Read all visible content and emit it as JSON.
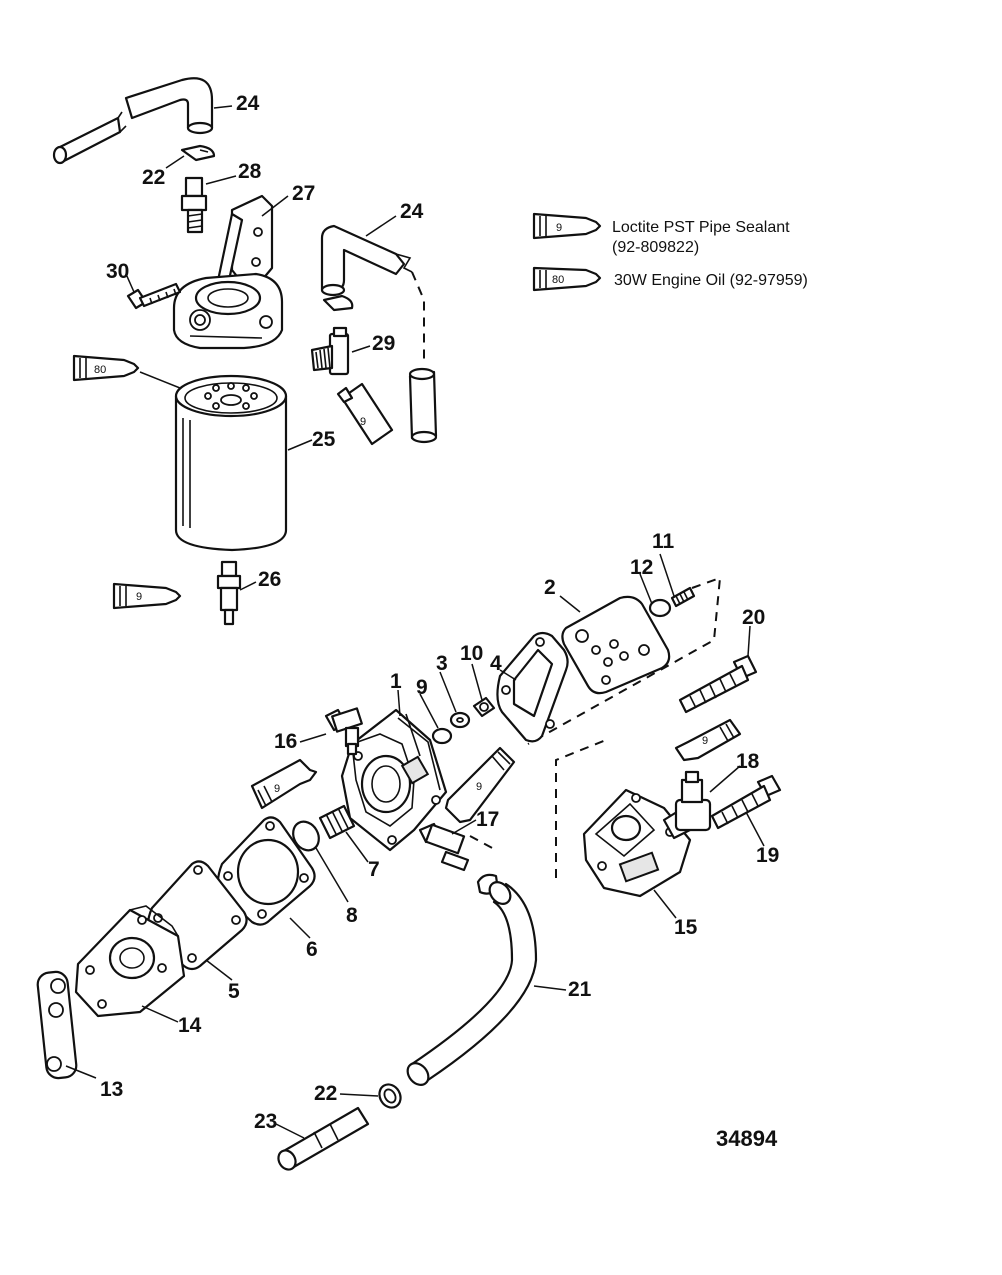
{
  "callouts": {
    "c1": "1",
    "c2": "2",
    "c3": "3",
    "c4": "4",
    "c5": "5",
    "c6": "6",
    "c7": "7",
    "c8": "8",
    "c9": "9",
    "c10": "10",
    "c11": "11",
    "c12": "12",
    "c13": "13",
    "c14": "14",
    "c15": "15",
    "c16": "16",
    "c17": "17",
    "c18": "18",
    "c19": "19",
    "c20": "20",
    "c21": "21",
    "c22a": "22",
    "c22b": "22",
    "c23": "23",
    "c24a": "24",
    "c24b": "24",
    "c25": "25",
    "c26": "26",
    "c27": "27",
    "c28": "28",
    "c29": "29",
    "c30": "30"
  },
  "tubes": {
    "legend_sealant": "9",
    "legend_oil": "80",
    "filter_oil": "80",
    "fitting29": "9",
    "drain26": "9",
    "fitting16": "9",
    "fitting17": "9",
    "fitting18": "9"
  },
  "legend": {
    "sealant_line1": "Loctite PST Pipe Sealant",
    "sealant_line2": "(92-809822)",
    "oil": "30W Engine Oil (92-97959)"
  },
  "figure_number": "34894"
}
